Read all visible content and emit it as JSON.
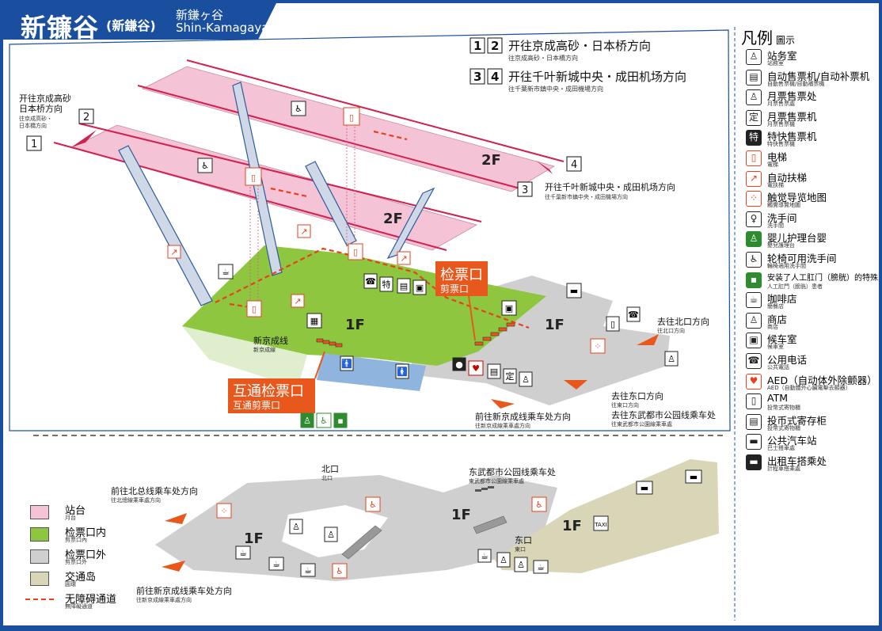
{
  "title": {
    "main": "新镰谷",
    "paren": "(新鎌谷)",
    "jp": "新鎌ヶ谷",
    "en": "Shin-Kamagaya"
  },
  "directions": {
    "d12_zh": "开往京成高砂・日本桥方向",
    "d12_sub": "往京成高砂・日本橋方向",
    "d34_zh": "开往千叶新城中央・成田机场方向",
    "d34_sub": "往千葉新市鎮中央・成田機場方向",
    "left_zh1": "开往京成高砂",
    "left_zh2": "日本桥方向",
    "left_sub1": "往京成高砂・",
    "left_sub2": "日本橋方向",
    "right_zh": "开往千叶新城中央・成田机场方向",
    "right_sub": "往千葉新市鎮中央・成田機場方向"
  },
  "tracks": [
    "1",
    "2",
    "3",
    "4"
  ],
  "floors": {
    "f2": "2F",
    "f1": "1F"
  },
  "labels": {
    "ticket_gate_zh": "检票口",
    "ticket_gate_sub": "剪票口",
    "transfer_gate_zh": "互通检票口",
    "transfer_gate_sub": "互通剪票口",
    "shinkeisei_zh": "新京成线",
    "shinkeisei_sub": "新京成線",
    "north_exit_zh": "去往北口方向",
    "north_exit_sub": "往北口方向",
    "east_exit_zh": "去往东口方向",
    "east_exit_sub": "往東口方向",
    "tobu_bus_zh": "去往东武都市公园线乘车处",
    "tobu_bus_sub": "往東武都市公園線乘車處",
    "shinkeisei_platform_zh": "前往新京成线乘车处方向",
    "shinkeisei_platform_sub": "往新京成線乘車處方向",
    "hokuso_zh": "前往北总线乘车处方向",
    "hokuso_sub": "往北總線乘車處方向",
    "bottom_shinkeisei_zh": "前往新京成线乘车处方向",
    "bottom_shinkeisei_sub": "往新京成線乘車處方向",
    "north_zh": "北口",
    "north_sub": "北口",
    "east_zh": "东口",
    "east_sub": "東口",
    "tobu_platform_zh": "东武都市公园线乘车处",
    "tobu_platform_sub": "東武都市公園線乘車處",
    "taxi": "TAXI"
  },
  "legend": {
    "title": "凡例",
    "title_sub": "圖示",
    "items": [
      {
        "icon": "staff-room-icon",
        "zh": "站务室",
        "sub": "站務室"
      },
      {
        "icon": "ticket-machine-icon",
        "zh": "自动售票机/自动补票机",
        "sub": "自動售票機/自動補票機"
      },
      {
        "icon": "commuter-pass-office-icon",
        "zh": "月票售票处",
        "sub": "月票售票處"
      },
      {
        "icon": "commuter-pass-machine-icon",
        "zh": "月票售票机",
        "sub": "月票售票機"
      },
      {
        "icon": "limited-express-machine-icon",
        "zh": "特快售票机",
        "sub": "特快售票機"
      },
      {
        "icon": "elevator-icon",
        "zh": "电梯",
        "sub": "電梯"
      },
      {
        "icon": "escalator-icon",
        "zh": "自动扶梯",
        "sub": "電扶梯"
      },
      {
        "icon": "tactile-map-icon",
        "zh": "触觉导览地图",
        "sub": "觸覺導覽地圖"
      },
      {
        "icon": "toilet-icon",
        "zh": "洗手间",
        "sub": "洗手間"
      },
      {
        "icon": "baby-changing-icon",
        "zh": "婴儿护理台婴",
        "sub": "嬰兒護理台"
      },
      {
        "icon": "wheelchair-toilet-icon",
        "zh": "轮椅可用洗手间",
        "sub": "輪椅適用洗手間"
      },
      {
        "icon": "ostomate-icon",
        "zh": "安装了人工肛门（膀胱）的特殊人群",
        "sub": "人工肛門（膀胱）患者"
      },
      {
        "icon": "cafe-icon",
        "zh": "咖啡店",
        "sub": "簡餐店"
      },
      {
        "icon": "shop-icon",
        "zh": "商店",
        "sub": "商店"
      },
      {
        "icon": "waiting-room-icon",
        "zh": "候车室",
        "sub": "候車室"
      },
      {
        "icon": "phone-icon",
        "zh": "公用电话",
        "sub": "公共電話"
      },
      {
        "icon": "aed-icon",
        "zh": "AED（自动体外除颤器）",
        "sub": "AED（自動體外心臟電擊去顫器）"
      },
      {
        "icon": "atm-icon",
        "zh": "ATM",
        "sub": "投幣式寄物櫃"
      },
      {
        "icon": "coin-locker-icon",
        "zh": "投币式寄存柜",
        "sub": "投幣式寄物櫃"
      },
      {
        "icon": "bus-icon",
        "zh": "公共汽车站",
        "sub": "巴士搭車處"
      },
      {
        "icon": "taxi-icon",
        "zh": "出租车搭乘处",
        "sub": "計程車搭乘處"
      }
    ]
  },
  "zones": [
    {
      "zh": "站台",
      "sub": "月台",
      "color": "#f4c3d6"
    },
    {
      "zh": "检票口内",
      "sub": "剪票口內",
      "color": "#8ec63f"
    },
    {
      "zh": "检票口外",
      "sub": "剪票口外",
      "color": "#cfcfcf"
    },
    {
      "zh": "交通岛",
      "sub": "圓環",
      "color": "#d9d6b8"
    },
    {
      "zh": "无障碍通道",
      "sub": "無障礙通道",
      "color": "#e8401c"
    }
  ],
  "colors": {
    "title_blue": "#1a4fa0",
    "platform_pink": "#f4c3d6",
    "rail_red": "#d0214f",
    "gate_green": "#8ec63f",
    "outside_gray": "#cfcfcf",
    "orange": "#e8581c"
  }
}
